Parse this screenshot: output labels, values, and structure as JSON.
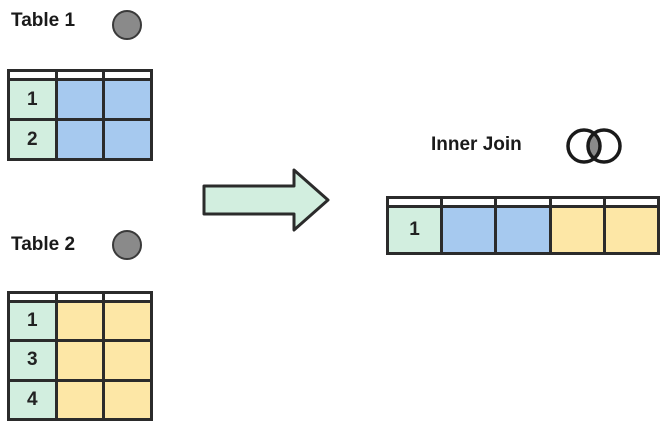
{
  "table1": {
    "title": "Table 1",
    "rows": [
      "1",
      "2"
    ],
    "fill_color": "#a6c9ef"
  },
  "table2": {
    "title": "Table 2",
    "rows": [
      "1",
      "3",
      "4"
    ],
    "fill_color": "#fde7a6"
  },
  "result": {
    "title": "Inner Join",
    "rows": [
      "1"
    ]
  },
  "colors": {
    "key": "#d2eedf",
    "blue": "#a6c9ef",
    "yellow": "#fde7a6",
    "dot": "#8a8a8a",
    "border": "#2b2b2b"
  },
  "icons": {
    "arrow": "right-arrow-icon",
    "join": "inner-join-venn-icon"
  }
}
